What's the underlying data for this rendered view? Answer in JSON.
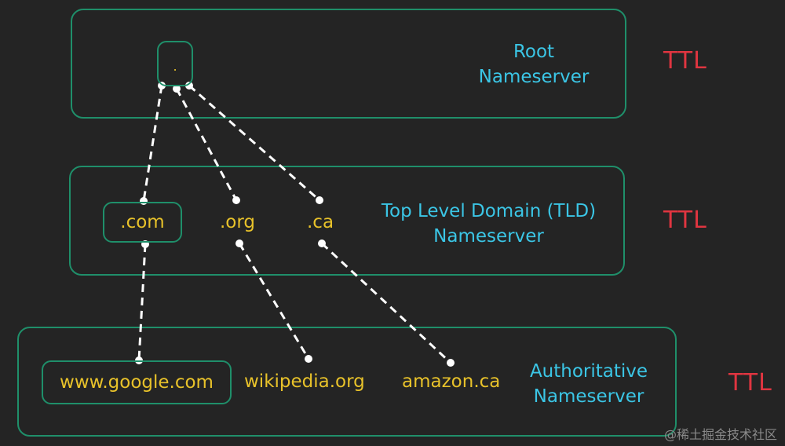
{
  "tiers": {
    "root": {
      "label_line1": "Root",
      "label_line2": "Nameserver",
      "ttl": "TTL"
    },
    "tld": {
      "label_line1": "Top Level Domain (TLD)",
      "label_line2": "Nameserver",
      "ttl": "TTL"
    },
    "auth": {
      "label_line1": "Authoritative",
      "label_line2": "Nameserver",
      "ttl": "TTL"
    }
  },
  "nodes": {
    "root": ".",
    "com": ".com",
    "org": ".org",
    "ca": ".ca",
    "google": "www.google.com",
    "wikipedia": "wikipedia.org",
    "amazon": "amazon.ca"
  },
  "watermark": "@稀土掘金技术社区",
  "colors": {
    "background": "#242424",
    "border": "#1f8f6a",
    "node_text": "#e8c22a",
    "tier_label": "#3bc6e6",
    "ttl": "#e03540",
    "link": "#ffffff"
  }
}
